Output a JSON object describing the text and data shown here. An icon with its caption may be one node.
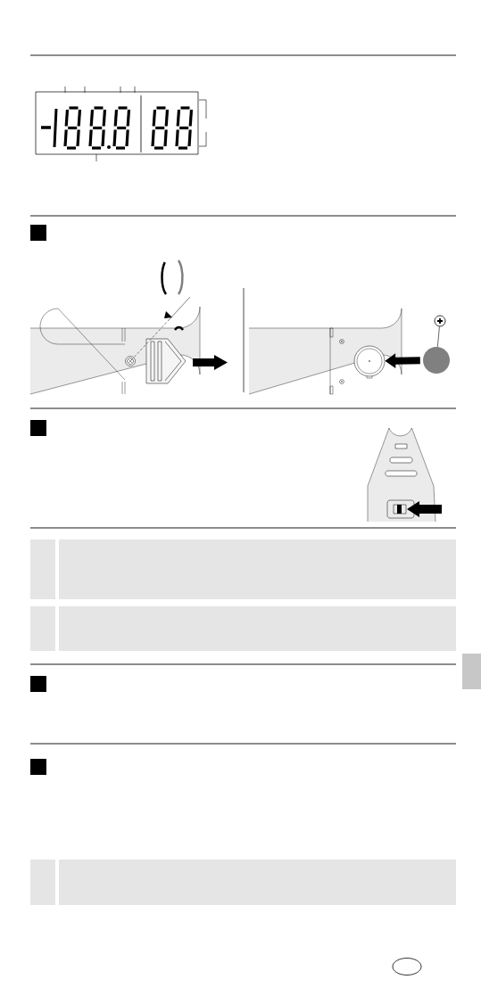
{
  "diagram": {
    "nodes": [
      {
        "text": [],
        "shape": "circle"
      },
      {
        "text": [],
        "shape": "circle"
      },
      {
        "text": [],
        "shape": "circle"
      }
    ],
    "edges": [
      {
        "from": 0,
        "to": 1,
        "arrow": "none"
      },
      {
        "from": 1,
        "to": 2,
        "arrow": "to",
        "style": "thick"
      }
    ]
  }
}
